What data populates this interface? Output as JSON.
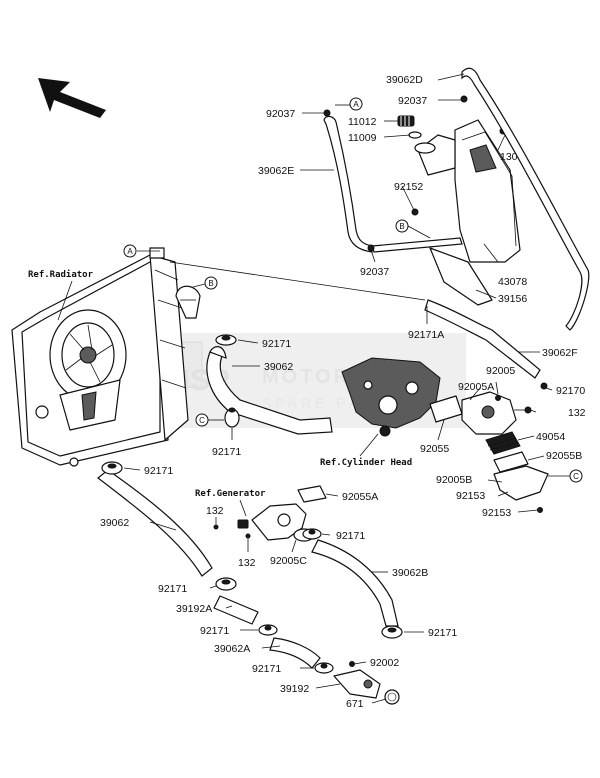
{
  "watermark": {
    "badge": "MSP",
    "line1": "MOTORCYCLE",
    "line2": "SPARE PARTS",
    "color": "#c8c8c8"
  },
  "refs": {
    "radiator": "Ref.Radiator",
    "cylinder_head": "Ref.Cylinder Head",
    "generator": "Ref.Generator"
  },
  "callouts": {
    "a": "A",
    "b": "B",
    "c": "C"
  },
  "parts": {
    "p39062D": "39062D",
    "p92037_top": "92037",
    "p92037_left": "92037",
    "p11012": "11012",
    "p11009": "11009",
    "p130": "130",
    "p39062E": "39062E",
    "p92152": "92152",
    "p92037_bottom": "92037",
    "p43078": "43078",
    "p39156": "39156",
    "p92171_top": "92171",
    "p92171A": "92171A",
    "p39062F": "39062F",
    "p39062_mid": "39062",
    "p92005": "92005",
    "p92005A": "92005A",
    "p92170": "92170",
    "p132_right": "132",
    "p92171_mid": "92171",
    "p92055": "92055",
    "p49054": "49054",
    "p92055B": "92055B",
    "p92005B": "92005B",
    "p92153_a": "92153",
    "p92153_b": "92153",
    "p92171_left": "92171",
    "p92055A": "92055A",
    "p39062_left": "39062",
    "p132_gen_a": "132",
    "p132_gen_b": "132",
    "p92171_gen": "92171",
    "p92005C": "92005C",
    "p39062B": "39062B",
    "p92171_b1": "92171",
    "p39192A": "39192A",
    "p92171_b2": "92171",
    "p92171_b3": "92171",
    "p39062A": "39062A",
    "p92171_b4": "92171",
    "p92002": "92002",
    "p39192": "39192",
    "p671": "671"
  }
}
